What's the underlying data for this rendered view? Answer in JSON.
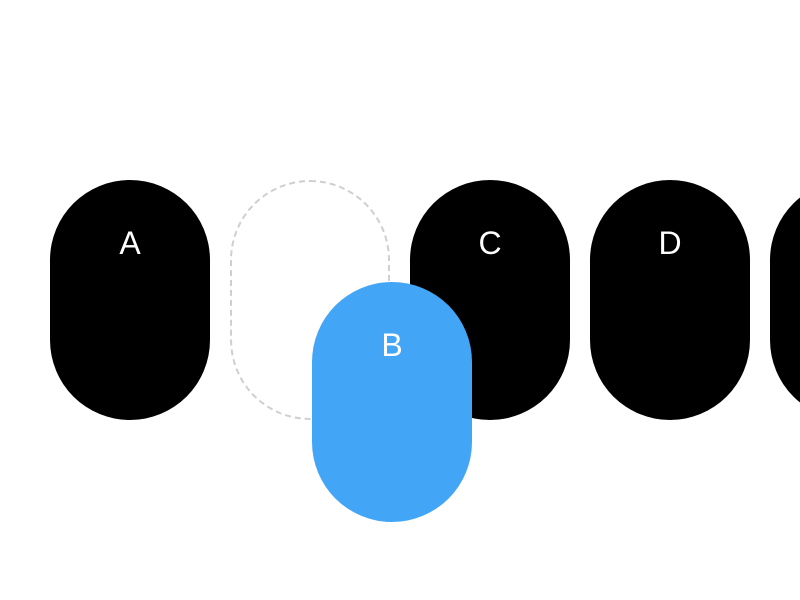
{
  "items": [
    {
      "id": "A",
      "label": "A"
    },
    {
      "id": "B",
      "label": "B"
    },
    {
      "id": "C",
      "label": "C"
    },
    {
      "id": "D",
      "label": "D"
    },
    {
      "id": "E",
      "label": ""
    }
  ],
  "dragging": {
    "id": "B",
    "label": "B"
  },
  "colors": {
    "item": "#000000",
    "dragging_item": "#42a5f5",
    "placeholder_border": "#cfcfcf",
    "label": "#ffffff",
    "background": "#ffffff"
  }
}
